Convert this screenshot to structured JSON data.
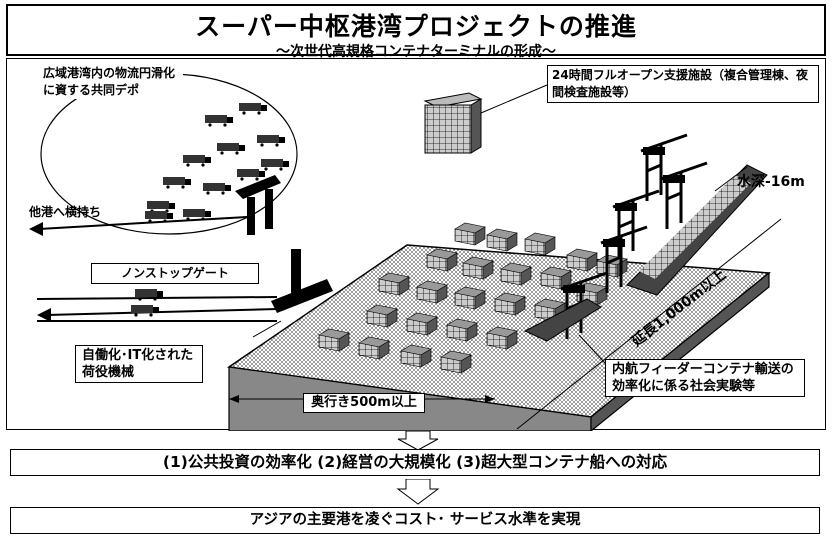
{
  "title": "スーパー中枢港湾プロジェクトの推進",
  "subtitle": "～次世代高規格コンテナターミナルの形成～",
  "callouts": {
    "depot": "広域港湾内の物流円滑化に資する共同デポ",
    "facility": "24時間フルオープン支援施設（複合管理棟、夜間検査施設等）",
    "nonstop_gate": "ノンストップゲート",
    "automation": "自働化･IT化された荷役機械",
    "feeder": "内航フィーダーコンテナ輸送の効率化に係る社会実験等"
  },
  "labels": {
    "other_port": "他港へ横持ち",
    "depth": "水深-16m",
    "length": "延長1,000m以上",
    "depth_yard": "奥行き500m以上"
  },
  "summary": "(1)公共投資の効率化 (2)経営の大規模化 (3)超大型コンテナ船への対応",
  "conclusion": "アジアの主要港を凌ぐコスト･ サービス水準を実現"
}
